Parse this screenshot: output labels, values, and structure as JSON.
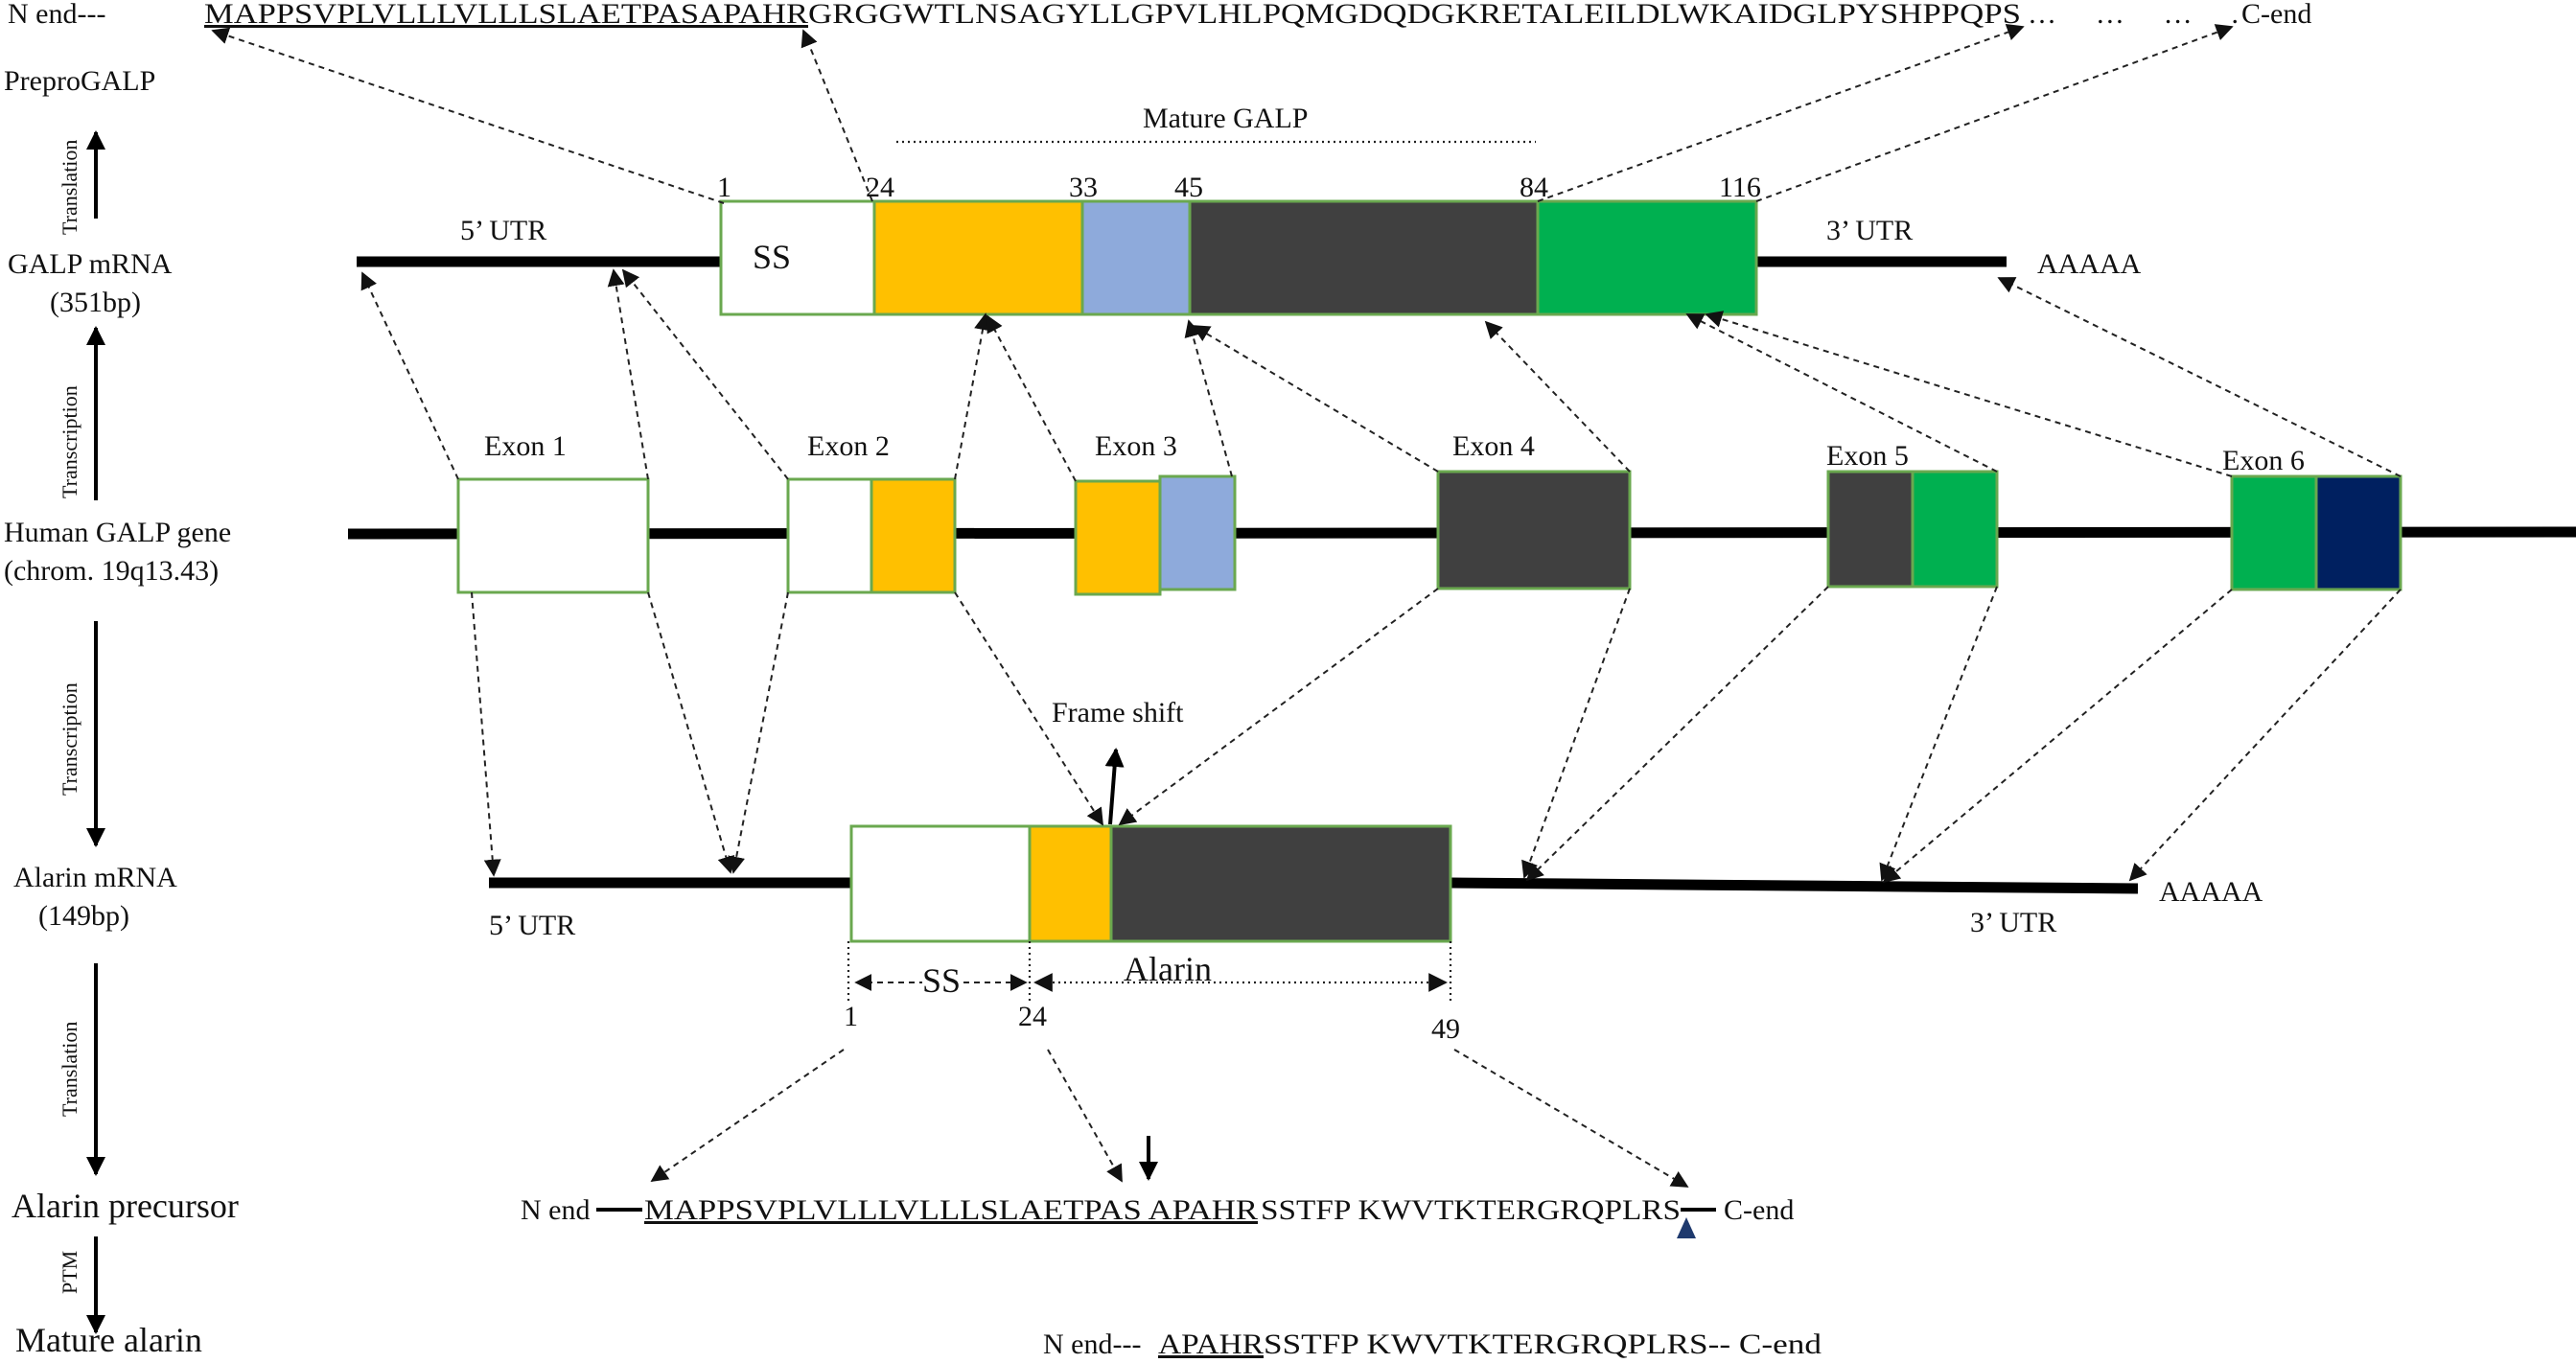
{
  "colors": {
    "signal_white": "#ffffff",
    "yellow": "#ffc000",
    "light_blue": "#8eaadb",
    "dark_gray": "#404040",
    "green": "#00b050",
    "navy": "#002060",
    "box_border": "#6aa84f"
  },
  "labels": {
    "preprogalp": "PreproGALP",
    "galp_mrna": "GALP mRNA",
    "galp_mrna_len": "(351bp)",
    "human_gene": "Human GALP gene",
    "chrom": "(chrom. 19q13.43)",
    "alarin_mrna": "Alarin mRNA",
    "alarin_mrna_len": "(149bp)",
    "alarin_precursor": "Alarin precursor",
    "mature_alarin": "Mature alarin",
    "translation": "Translation",
    "transcription": "Transcription",
    "ptm": "PTM"
  },
  "galp_sequence": {
    "n_end": "N end---",
    "signal": "MAPPSVPLVLLLVLLLSLAETPASAPAHR",
    "rest": "GRGGWTLNSAGYLLGPVLHLPQMGDQDGKRETALEILDLWKAIDGLPYSHPPQPS",
    "dots": "……….",
    "c_end": "C-end"
  },
  "galp_mrna": {
    "mature_label": "Mature GALP",
    "utr5": "5’ UTR",
    "utr3": "3’ UTR",
    "polya": "AAAAA",
    "ss": "SS",
    "positions": [
      "1",
      "24",
      "33",
      "45",
      "84",
      "116"
    ]
  },
  "gene": {
    "exons": [
      "Exon 1",
      "Exon 2",
      "Exon 3",
      "Exon 4",
      "Exon 5",
      "Exon 6"
    ]
  },
  "alarin_mrna": {
    "frame_shift": "Frame shift",
    "utr5": "5’ UTR",
    "utr3": "3’ UTR",
    "polya": "AAAAA",
    "ss": "SS",
    "alarin": "Alarin",
    "positions": [
      "1",
      "24",
      "49"
    ]
  },
  "alarin_precursor": {
    "n_end": "N end",
    "underlined": "MAPPSVPLVLLLVLLLSLAETPAS APAHR",
    "rest": "SSTFP KWVTKTERGRQPLRS",
    "c_end": "C-end"
  },
  "mature_alarin": {
    "n_end": "N end---",
    "underlined": "APAHR",
    "rest": "SSTFP KWVTKTERGRQPLRS-- C-end"
  }
}
